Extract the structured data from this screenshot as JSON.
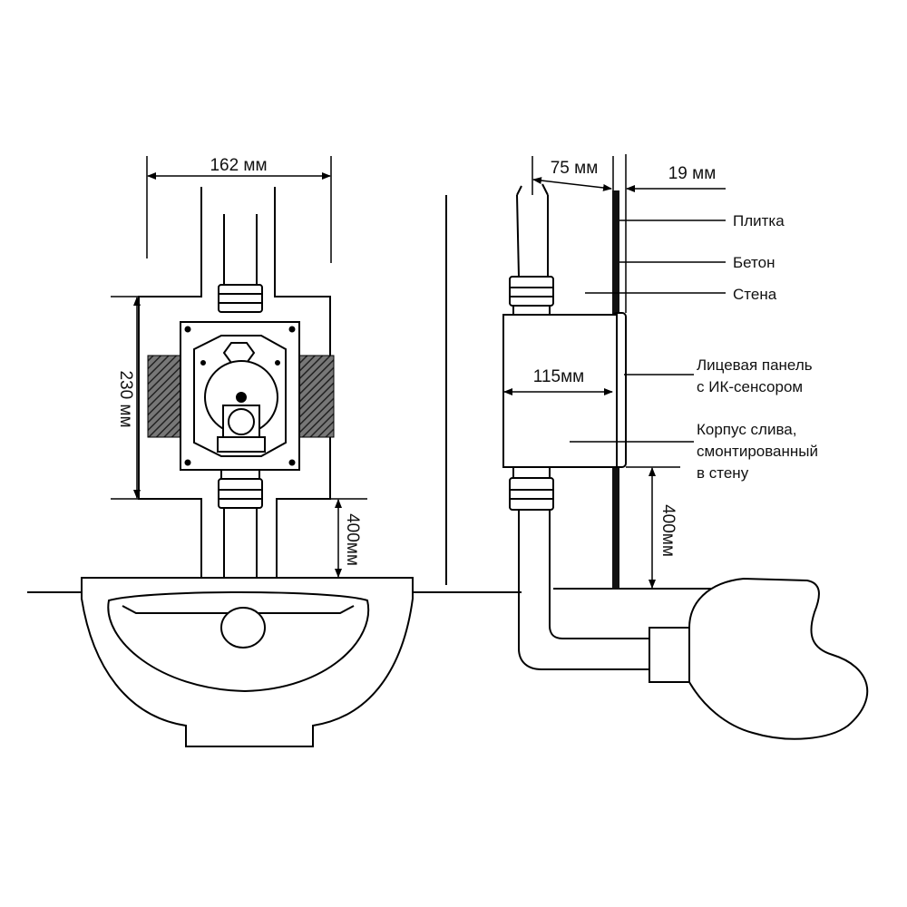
{
  "front_view": {
    "width_dim": "162 мм",
    "height_dim": "230 мм",
    "floor_dim": "400мм"
  },
  "side_view": {
    "offset_dim": "75 мм",
    "tile_dim": "19 мм",
    "depth_dim": "115мм",
    "floor_dim": "400мм"
  },
  "labels": {
    "tile": "Плитка",
    "concrete": "Бетон",
    "wall": "Стена",
    "panel_line1": "Лицевая панель",
    "panel_line2": "с ИК-сенсором",
    "housing_line1": "Корпус слива,",
    "housing_line2": "смонтированный",
    "housing_line3": "в стену"
  }
}
